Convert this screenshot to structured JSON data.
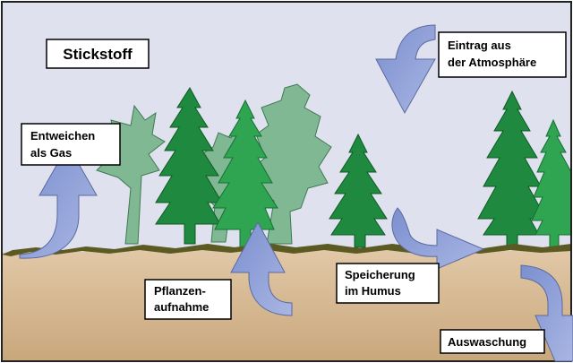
{
  "diagram": {
    "title": "Stickstoff",
    "labels": {
      "entweichen": [
        "Entweichen",
        "als Gas"
      ],
      "eintrag": [
        "Eintrag aus",
        "der Atmosphäre"
      ],
      "pflanzen": [
        "Pflanzen-",
        "aufnahme"
      ],
      "speicherung": [
        "Speicherung",
        "im Humus"
      ],
      "auswaschung": "Auswaschung"
    },
    "colors": {
      "sky": "#dfe2ee",
      "soil": "#dcbf9d",
      "ground_line": "#5b5a22",
      "arrow": "#8a9bd4",
      "tree_dark": "#1e7f3a",
      "tree_mid": "#2f9e4e",
      "tree_light": "#6cae7e"
    },
    "icons": [
      "down-arrow-icon",
      "up-arrow-icon",
      "curved-arrow-icon",
      "conifer-tree-icon",
      "deciduous-tree-icon"
    ]
  }
}
